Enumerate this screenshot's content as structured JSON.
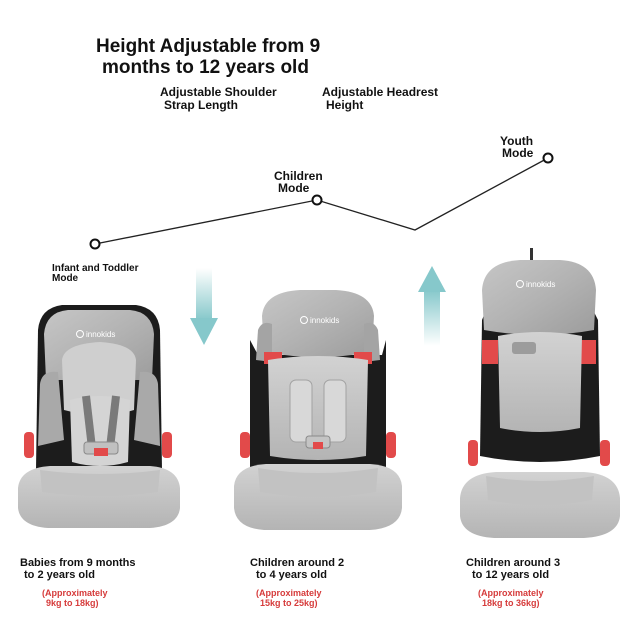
{
  "heading": {
    "line1": "Height Adjustable from 9",
    "line2": "months to 12 years old"
  },
  "features": {
    "shoulder": {
      "line1": "Adjustable Shoulder",
      "line2": "Strap Length"
    },
    "headrest": {
      "line1": "Adjustable Headrest",
      "line2": "Height"
    }
  },
  "modes": {
    "infant": {
      "line1": "Infant and Toddler",
      "line2": "Mode"
    },
    "children": {
      "line1": "Children",
      "line2": "Mode"
    },
    "youth": {
      "line1": "Youth",
      "line2": "Mode"
    }
  },
  "brand": "innokids",
  "panels": [
    {
      "desc1": "Babies from 9 months",
      "desc2": "to 2 years old",
      "weight1": "(Approximately",
      "weight2": "9kg to 18kg)"
    },
    {
      "desc1": "Children around 2",
      "desc2": "to 4 years old",
      "weight1": "(Approximately",
      "weight2": "15kg to 25kg)"
    },
    {
      "desc1": "Children around 3",
      "desc2": "to 12 years old",
      "weight1": "(Approximately",
      "weight2": "18kg to 36kg)"
    }
  ],
  "icons": {
    "down_arrow": "arrow-down-icon",
    "up_arrow": "arrow-up-icon"
  },
  "colors": {
    "accent_red": "#d63b3b",
    "arrow_teal": "#8fcdd0",
    "seat_grey": "#b9b9b9",
    "seat_dark": "#1c1c1c"
  }
}
